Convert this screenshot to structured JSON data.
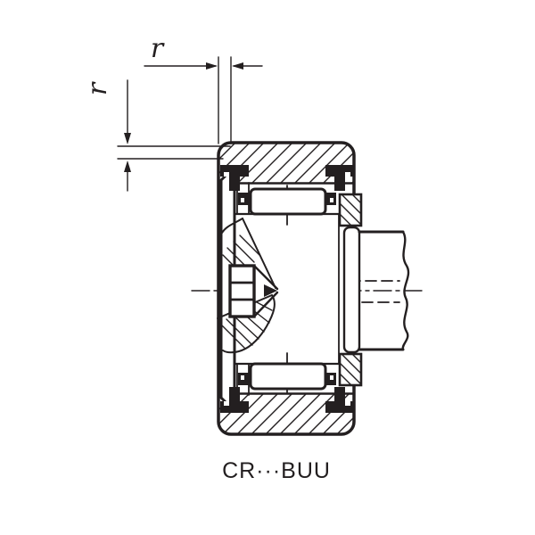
{
  "diagram": {
    "caption": "CR···BUU",
    "labels": {
      "radius_top": "r",
      "radius_side": "r"
    },
    "colors": {
      "ink": "#231f20",
      "background": "#ffffff"
    }
  }
}
